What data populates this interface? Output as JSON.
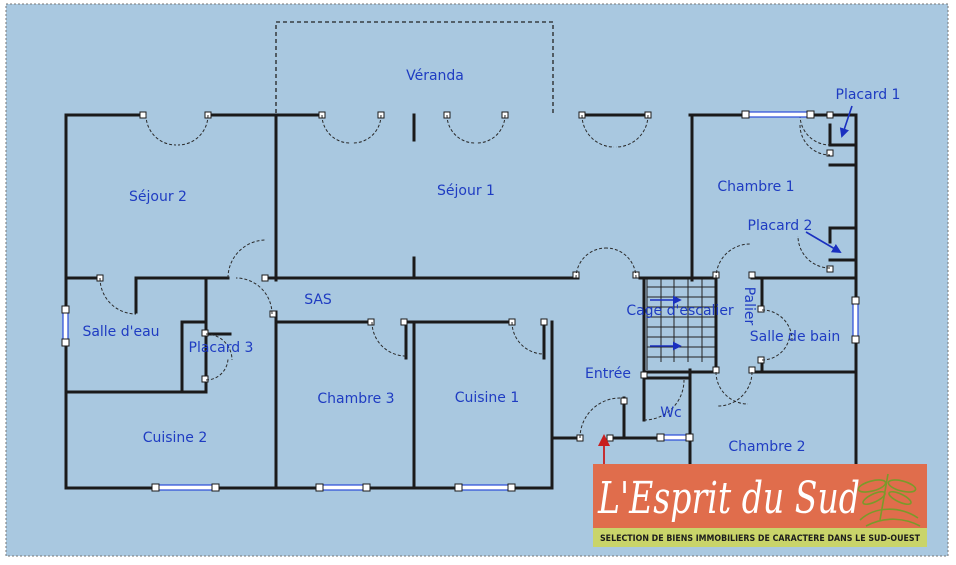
{
  "plan": {
    "colors": {
      "background": "#a9c8e0",
      "wall": "#1a1a1a",
      "door_arc": "#2a2a2a",
      "window": "#2a4bd8",
      "label": "#1f3cc2",
      "arrow_blue": "#1a30c0",
      "arrow_red": "#c81e1e"
    },
    "rooms": {
      "veranda": "Véranda",
      "placard1": "Placard 1",
      "sejour2": "Séjour 2",
      "sejour1": "Séjour 1",
      "chambre1": "Chambre 1",
      "placard2": "Placard 2",
      "sas": "SAS",
      "cage_escalier": "Cage d'escalier",
      "palier": "Palier",
      "salle_eau": "Salle d'eau",
      "placard3": "Placard 3",
      "salle_bain": "Salle de bain",
      "chambre3": "Chambre 3",
      "cuisine1": "Cuisine 1",
      "entree": "Entrée",
      "wc": "Wc",
      "cuisine2": "Cuisine 2",
      "chambre2": "Chambre 2"
    }
  },
  "logo": {
    "title": "L'Esprit du Sud",
    "subtitle": "SELECTION DE BIENS IMMOBILIERS DE CARACTERE DANS LE SUD-OUEST",
    "colors": {
      "banner": "#e06d4c",
      "subtitle_band": "#c9d46a",
      "title": "#ffffff",
      "dragonfly": "#7a9a2a"
    }
  }
}
